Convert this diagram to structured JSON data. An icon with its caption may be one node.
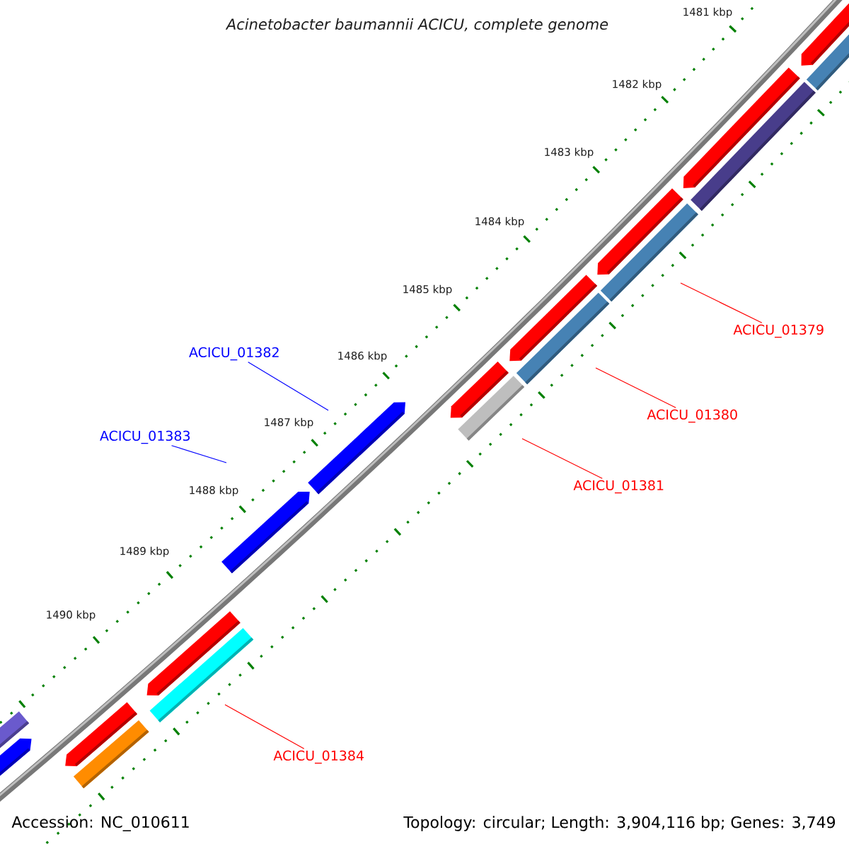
{
  "diagram": {
    "title": "Acinetobacter baumannii ACICU, complete genome",
    "nodes": [
      {
        "text": [
          "ACICU_01379"
        ]
      },
      {
        "text": [
          "ACICU_01382"
        ]
      },
      {
        "text": [
          "ACICU_01380"
        ]
      },
      {
        "text": [
          "ACICU_01383"
        ]
      },
      {
        "text": [
          "ACICU_01381"
        ]
      },
      {
        "text": [
          "ACICU_01384"
        ]
      }
    ],
    "edges": [
      {
        "from": 0,
        "to": null,
        "arrow": "none"
      },
      {
        "from": 1,
        "to": null,
        "arrow": "none",
        "color": "#0000ff"
      },
      {
        "from": 2,
        "to": null,
        "arrow": "none"
      },
      {
        "from": 3,
        "to": null,
        "arrow": "none",
        "color": "#0000ff"
      },
      {
        "from": 4,
        "to": null,
        "arrow": "none"
      },
      {
        "from": 5,
        "to": null,
        "arrow": "none"
      }
    ],
    "labels": [
      "1481 kbp",
      "1482 kbp",
      "1483 kbp",
      "1484 kbp",
      "1485 kbp",
      "1486 kbp",
      "1487 kbp",
      "1488 kbp",
      "1489 kbp",
      "1490 kbp",
      "Accession: NC_010611",
      "Topology: circular; Length: 3,904,116 bp; Genes: 3,749"
    ]
  }
}
